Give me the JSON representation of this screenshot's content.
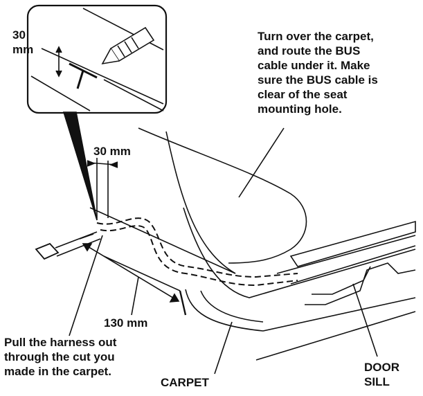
{
  "labels": {
    "instruction": "Turn over the carpet,\nand route the BUS\ncable under it. Make\nsure the BUS cable is\nclear of the seat\nmounting hole.",
    "inset_dimension": "30\nmm",
    "cut_width": "30 mm",
    "cut_length": "130 mm",
    "pull_instruction": "Pull the harness out\nthrough the cut you\nmade in the carpet.",
    "carpet": "CARPET",
    "door_sill": "DOOR\nSILL"
  }
}
